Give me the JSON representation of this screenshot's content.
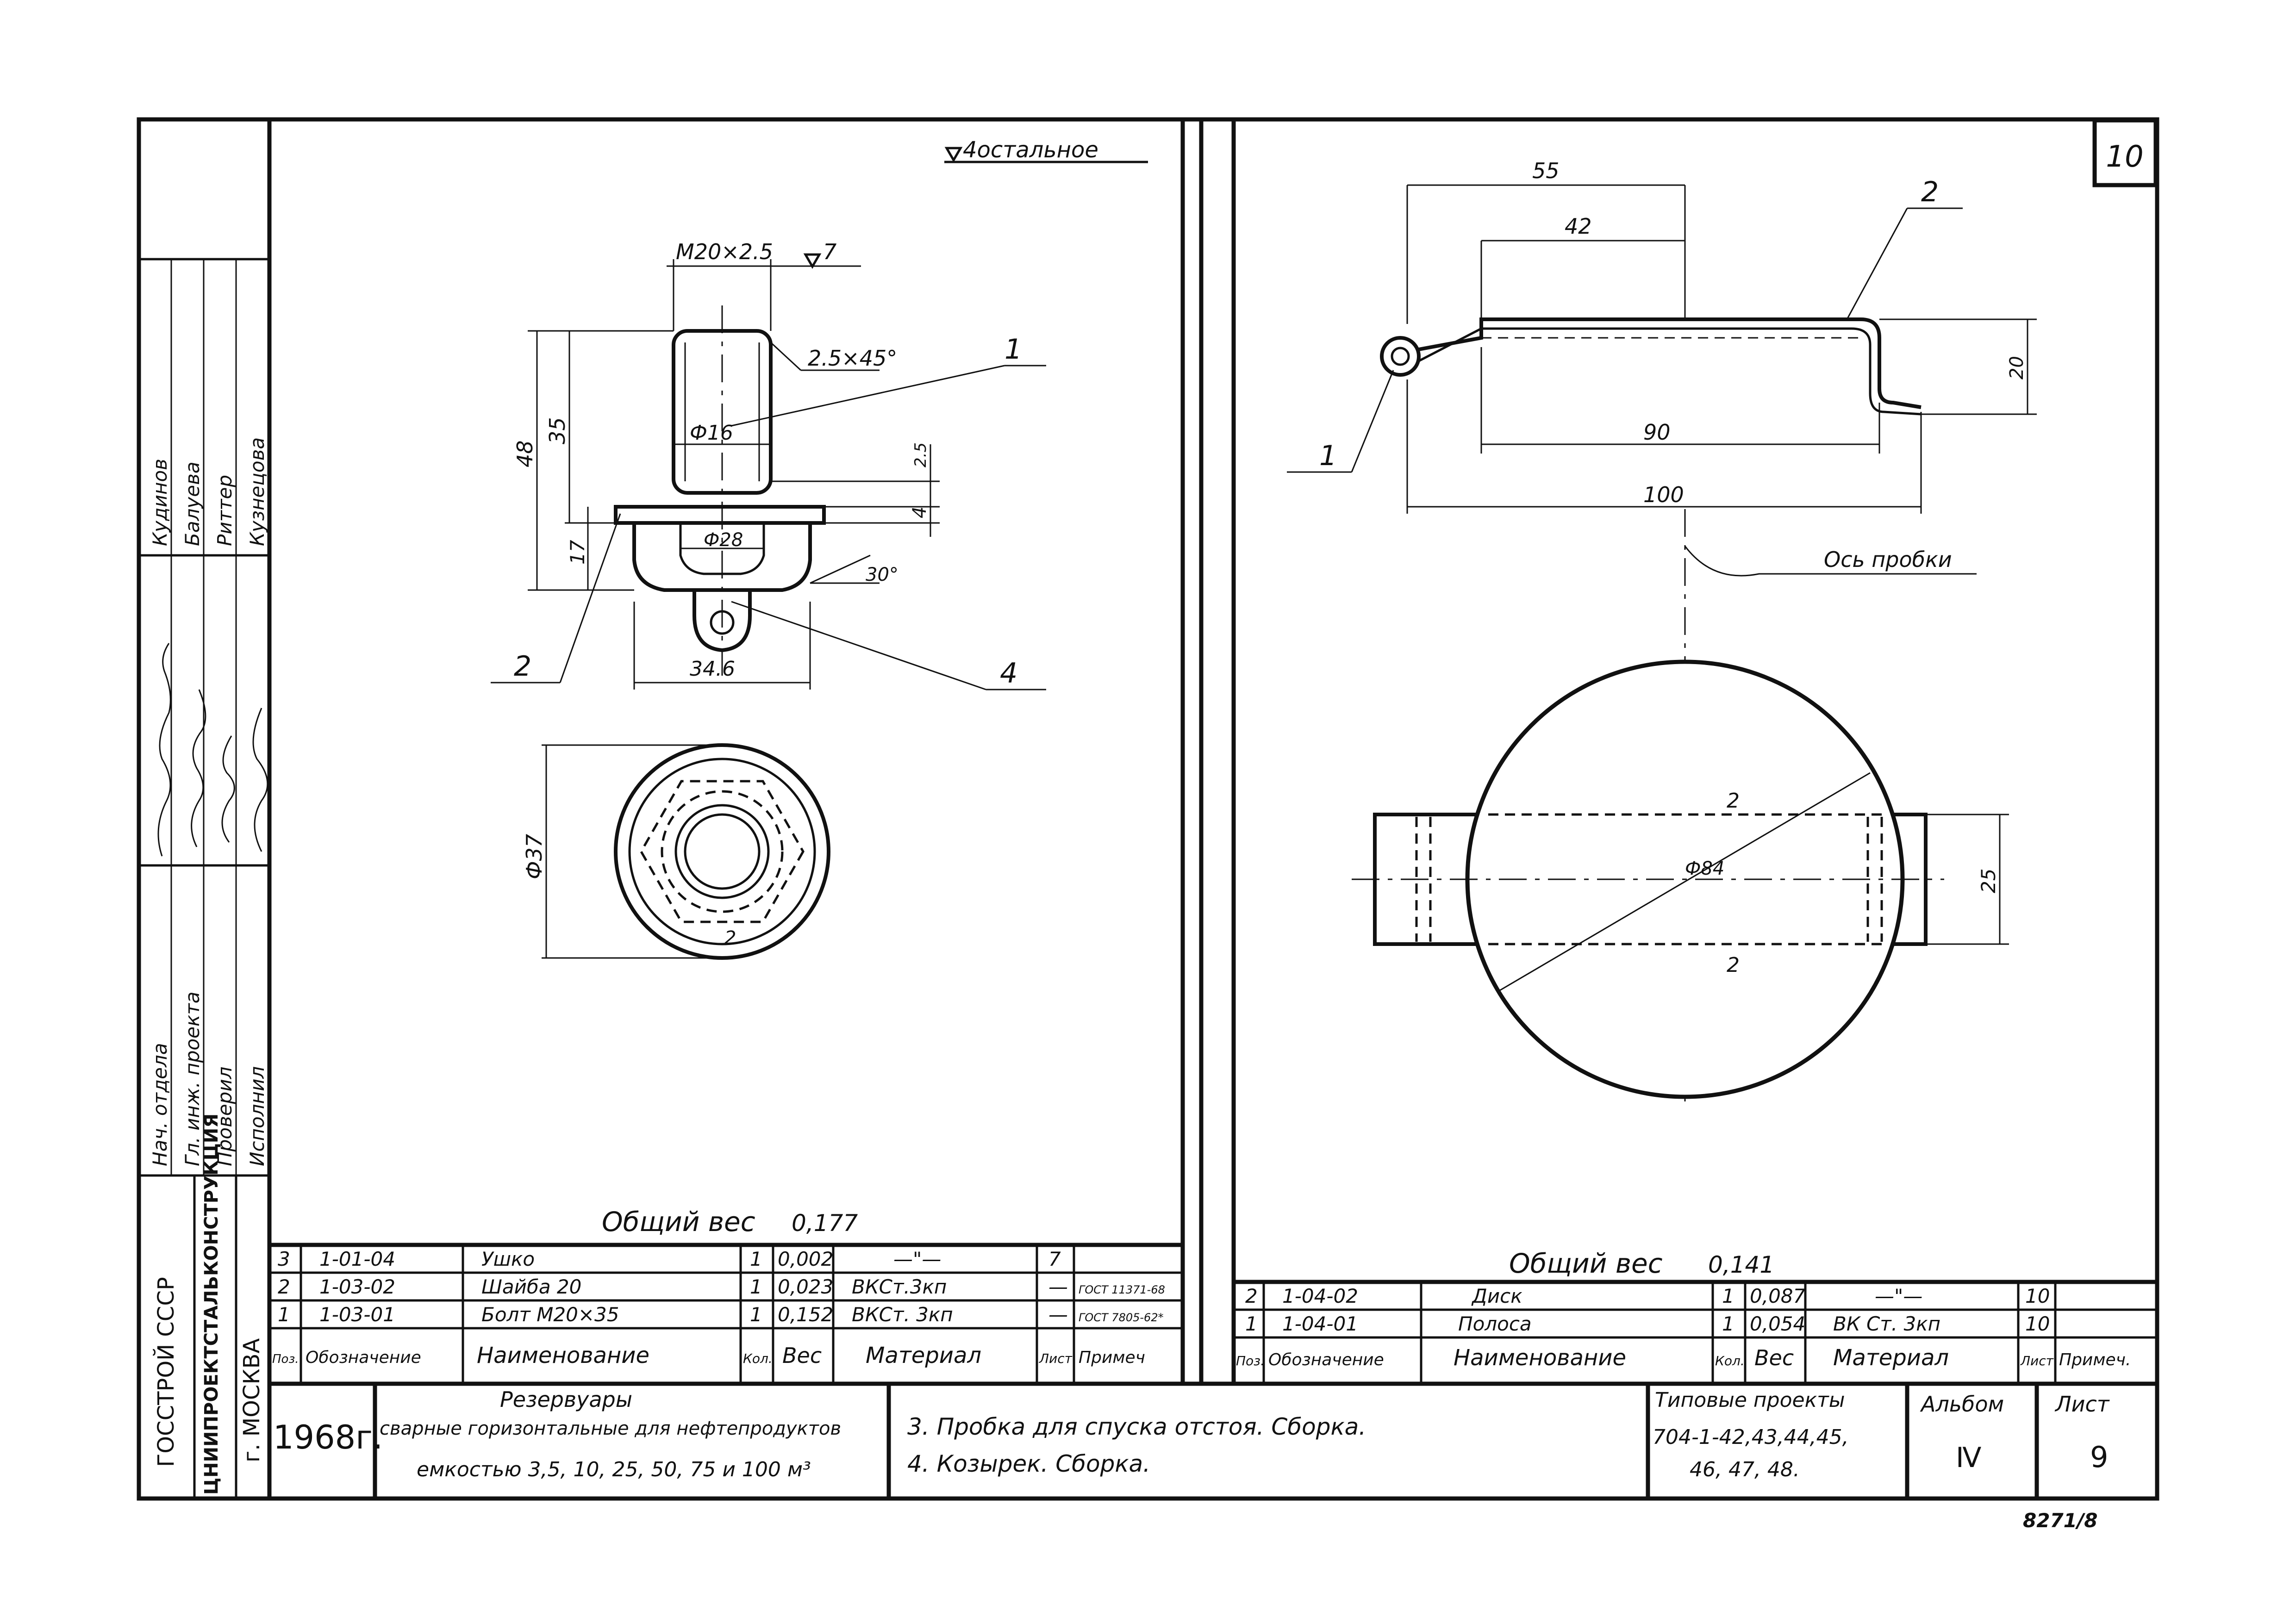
{
  "sheet_number": "10",
  "surface_finish": {
    "rest": "4остальное",
    "thread_face": "7"
  },
  "left_view": {
    "dims": {
      "thread": "М20×2.5",
      "chamfer": "2.5×45°",
      "shank_dia": "Ф16",
      "h48": "48",
      "h35": "35",
      "h17": "17",
      "h4": "4",
      "h25": "2.5",
      "wrench": "Ф28",
      "angle": "30°",
      "width": "34.6",
      "outer_dia": "Ф37",
      "center_mark": "2"
    },
    "callouts": [
      "1",
      "2",
      "4"
    ]
  },
  "right_view": {
    "dims": {
      "d55": "55",
      "d42": "42",
      "d20": "20",
      "d90": "90",
      "d100": "100",
      "d25": "25",
      "radius_a": "2",
      "radius_b": "2",
      "diameter": "Ф84"
    },
    "callouts": [
      "1",
      "2"
    ],
    "axis_label": "Ось пробки"
  },
  "left_table": {
    "total_weight_label": "Общий вес",
    "total_weight": "0,177",
    "rows": [
      {
        "pos": "3",
        "code": "1-01-04",
        "name": "Ушко",
        "qty": "1",
        "weight": "0,002",
        "material": "—\"—",
        "sheet": "7",
        "note": ""
      },
      {
        "pos": "2",
        "code": "1-03-02",
        "name": "Шайба 20",
        "qty": "1",
        "weight": "0,023",
        "material": "ВКСт.3кп",
        "sheet": "—",
        "note": "ГОСТ 11371-68"
      },
      {
        "pos": "1",
        "code": "1-03-01",
        "name": "Болт М20×35",
        "qty": "1",
        "weight": "0,152",
        "material": "ВКСт. 3кп",
        "sheet": "—",
        "note": "ГОСТ 7805-62*"
      }
    ],
    "header": {
      "pos": "Поз.",
      "code": "Обозначение",
      "name": "Наименование",
      "qty": "Кол.",
      "weight": "Вес",
      "material": "Материал",
      "sheet": "Лист",
      "note": "Примеч"
    }
  },
  "right_table": {
    "total_weight_label": "Общий вес",
    "total_weight": "0,141",
    "rows": [
      {
        "pos": "2",
        "code": "1-04-02",
        "name": "Диск",
        "qty": "1",
        "weight": "0,087",
        "material": "—\"—",
        "sheet": "10",
        "note": ""
      },
      {
        "pos": "1",
        "code": "1-04-01",
        "name": "Полоса",
        "qty": "1",
        "weight": "0,054",
        "material": "ВК Ст. 3кп",
        "sheet": "10",
        "note": ""
      }
    ],
    "header": {
      "pos": "Поз.",
      "code": "Обозначение",
      "name": "Наименование",
      "qty": "Кол.",
      "weight": "Вес",
      "material": "Материал",
      "sheet": "Лист",
      "note": "Примеч."
    }
  },
  "stamp": {
    "org_1": "ГОССТРОЙ СССР",
    "org_2": "ЦНИИПРОЕКТСТАЛЬКОНСТРУКЦИЯ",
    "org_3": "г. МОСКВА",
    "roles": [
      "Нач. отдела",
      "Гл. инж. проекта",
      "Проверил",
      "Исполнил"
    ],
    "names": [
      "Кудинов",
      "Балуева",
      "Риттер",
      "Кузнецова"
    ],
    "year": "1968г.",
    "title_line1": "Резервуары",
    "title_line2": "сварные горизонтальные для нефтепродуктов",
    "title_line3": "емкостью  3,5, 10, 25, 50, 75  и  100 м³",
    "item_3": "3. Пробка   для   спуска  отстоя. Сборка.",
    "item_4": "4. Козырек.   Сборка.",
    "projects_label": "Типовые проекты",
    "projects_1": "704-1-42,43,44,45,",
    "projects_2": "46, 47, 48.",
    "album_label": "Альбом",
    "album": "Ⅳ",
    "sheet_label": "Лист",
    "sheet": "9",
    "archive_no": "8271/8"
  }
}
